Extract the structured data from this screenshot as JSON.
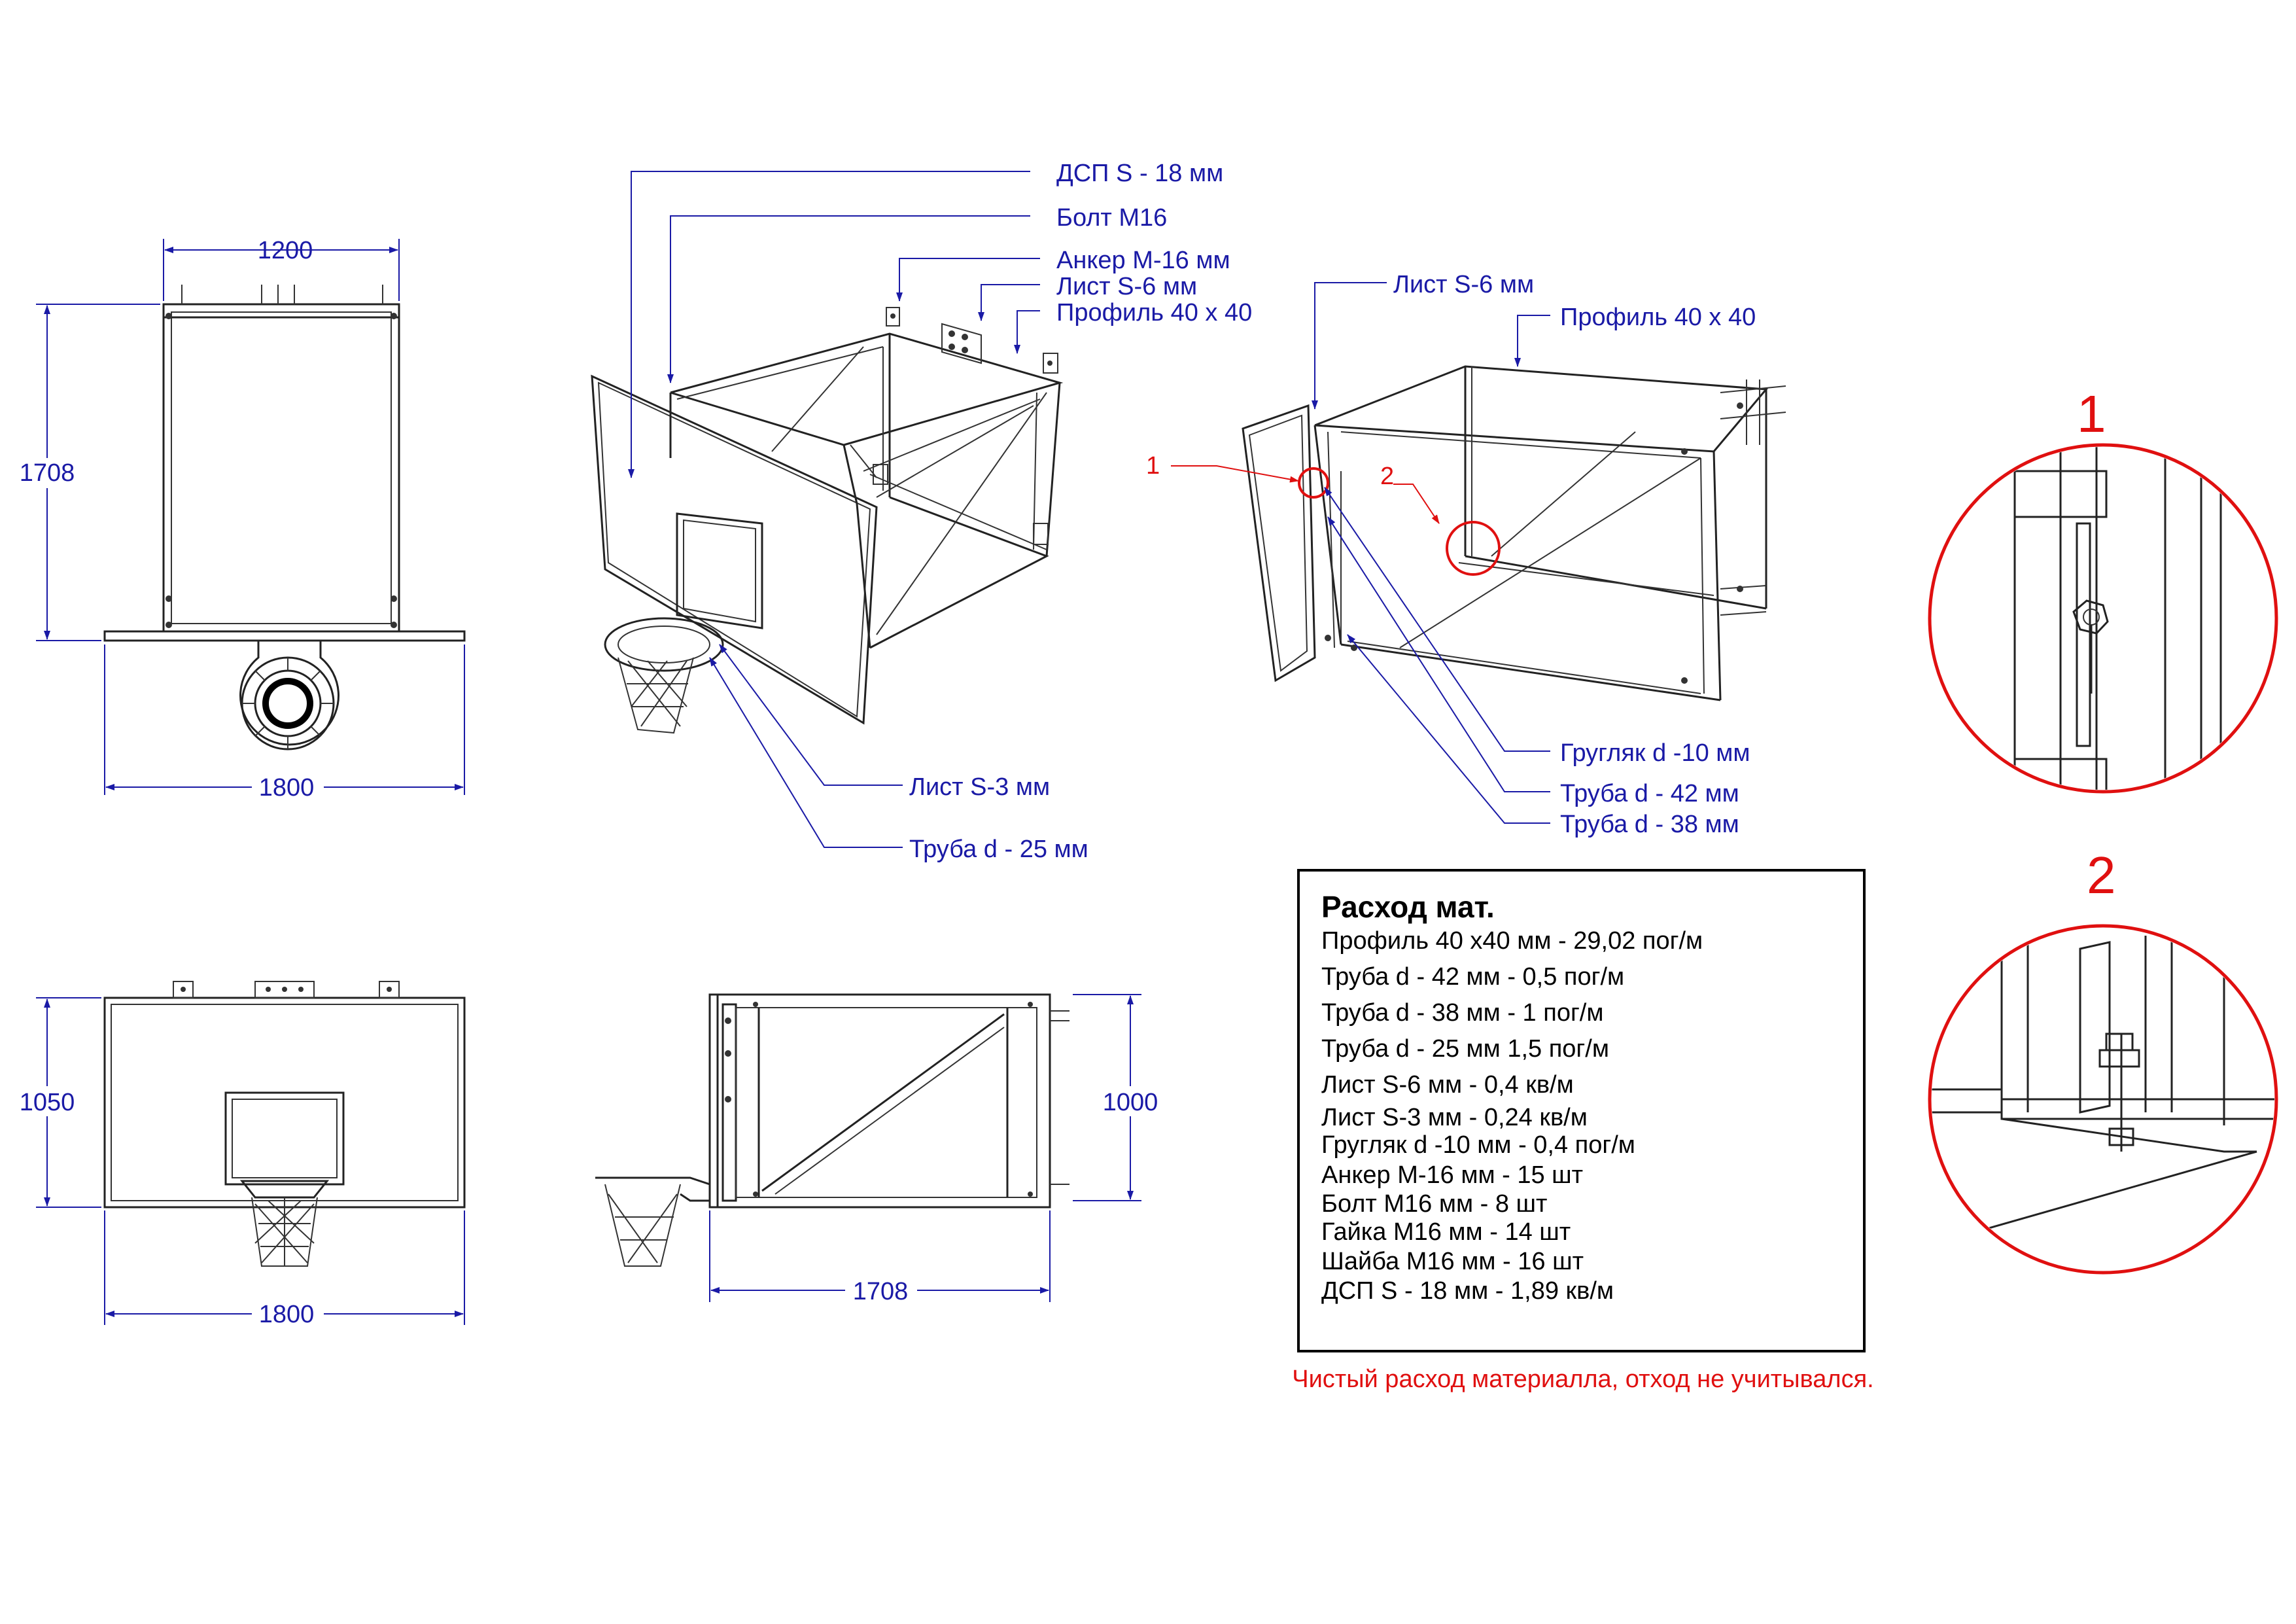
{
  "dimensions": {
    "front_width_top": "1200",
    "front_height": "1708",
    "front_width_bottom": "1800",
    "board_height": "1050",
    "board_width": "1800",
    "side_height": "1000",
    "side_length": "1708"
  },
  "callouts_left": {
    "dsp": "ДСП S - 18 мм",
    "bolt": "Болт М16",
    "anchor": "Анкер М-16 мм",
    "sheet6": "Лист S-6 мм",
    "profile": "Профиль 40 х 40",
    "sheet3": "Лист S-3 мм",
    "tube25": "Труба d - 25 мм"
  },
  "callouts_right": {
    "sheet6": "Лист S-6 мм",
    "profile": "Профиль 40 х 40",
    "round10": "Гругляк d -10 мм",
    "tube42": "Труба d - 42 мм",
    "tube38": "Труба d - 38 мм",
    "marker1": "1",
    "marker2": "2"
  },
  "details": {
    "detail1": "1",
    "detail2": "2"
  },
  "materials": {
    "title": "Расход мат.",
    "rows": [
      "Профиль 40 х40 мм   -  29,02 пог/м",
      "Труба d - 42 мм   -  0,5 пог/м",
      "Труба d - 38 мм   -  1 пог/м",
      "Труба d - 25 мм   1,5 пог/м",
      "Лист S-6 мм   -   0,4 кв/м",
      "Лист S-3 мм   -   0,24 кв/м",
      "Гругляк d -10 мм  -   0,4 пог/м",
      "Анкер М-16 мм   -  15 шт",
      "Болт М16 мм   -   8 шт",
      "Гайка М16 мм   -  14 шт",
      "Шайба М16 мм   -   16 шт",
      "ДСП S - 18 мм   -  1,89 кв/м"
    ],
    "note": "Чистый расход материалла, отход не учитывался."
  },
  "colors": {
    "dimension": "#1a1aa6",
    "highlight": "#e01010",
    "outline": "#222222"
  }
}
